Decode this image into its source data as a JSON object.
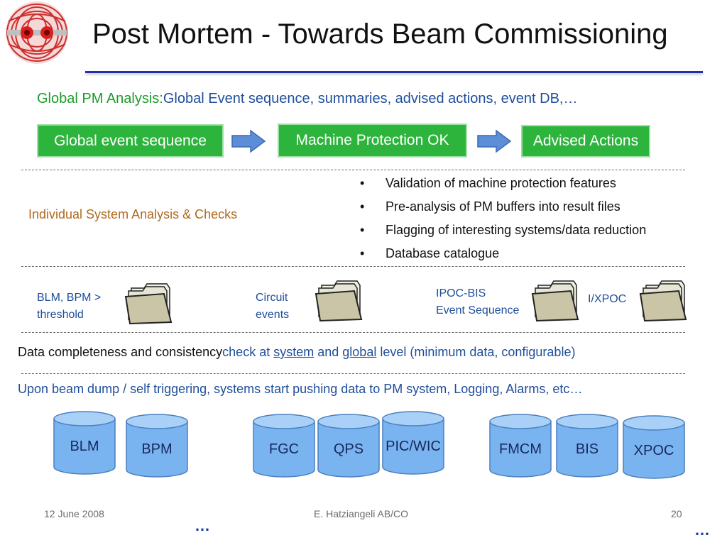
{
  "slide": {
    "title": "Post Mortem - Towards Beam Commissioning",
    "global_line": {
      "prefix": "Global PM Analysis:",
      "text": "Global Event sequence, summaries, advised actions, event DB,…"
    },
    "flow_boxes": [
      {
        "label": "Global event sequence"
      },
      {
        "label": "Machine Protection OK"
      },
      {
        "label": "Advised Actions"
      }
    ],
    "individual_label": "Individual System Analysis & Checks",
    "bullets": [
      "Validation of machine protection features",
      "Pre-analysis of PM buffers into result files",
      "Flagging of interesting systems/data reduction",
      "Database catalogue"
    ],
    "folders": [
      {
        "line1": "BLM, BPM >",
        "line2": "threshold"
      },
      {
        "line1": "Circuit",
        "line2": "events"
      },
      {
        "line1": "IPOC-BIS",
        "line2": "Event Sequence"
      },
      {
        "line1": "I/XPOC",
        "line2": ""
      }
    ],
    "completeness": {
      "part1": "Data completeness and consistency",
      "part2": "check at ",
      "system": "system",
      "and": " and ",
      "global": "global",
      "part3": " level (minimum data, configurable)"
    },
    "beam_dump_line": "Upon beam dump / self triggering, systems start pushing data to PM system, Logging, Alarms, etc…",
    "databases": [
      "BLM",
      "BPM",
      "FGC",
      "QPS",
      "PIC/WIC",
      "FMCM",
      "BIS",
      "XPOC"
    ],
    "footer": {
      "date": "12 June 2008",
      "author": "E. Hatziangeli AB/CO",
      "page": "20",
      "dots1": "…",
      "dots2": "…"
    },
    "colors": {
      "green_box": "#2db43c",
      "title_rule": "#1f2fb0",
      "cylinder": "#7ab4f0",
      "arrow": "#5b8ed6"
    }
  }
}
